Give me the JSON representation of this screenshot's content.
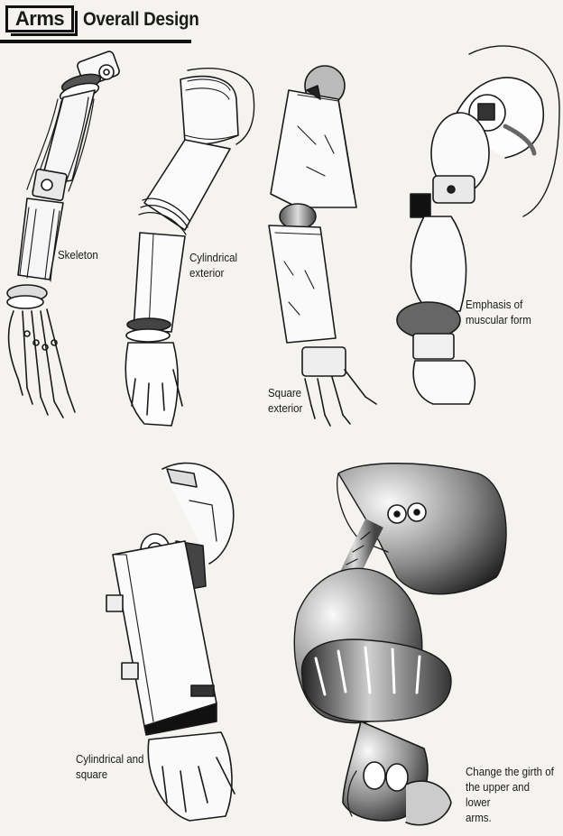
{
  "header": {
    "chapter": "Arms",
    "section": "Overall Design"
  },
  "captions": {
    "skeleton": "Skeleton",
    "cylindrical": "Cylindrical\nexterior",
    "square": "Square\nexterior",
    "muscular": "Emphasis of\nmuscular form",
    "cyl_square": "Cylindrical and\nsquare",
    "girth": "Change the girth of\nthe upper and lower\narms."
  }
}
